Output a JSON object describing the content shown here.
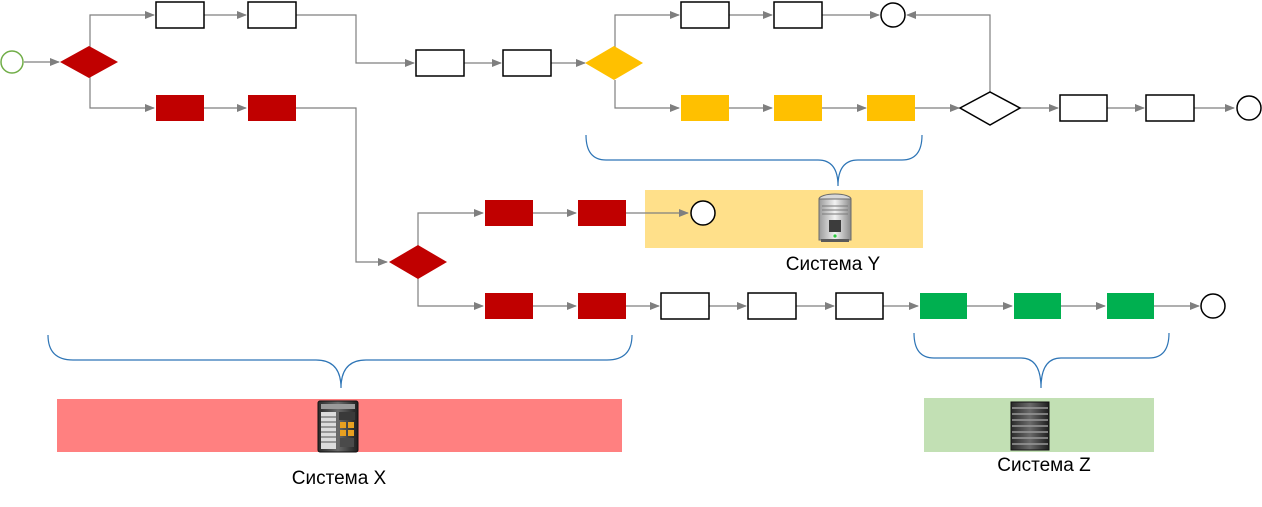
{
  "colors": {
    "red": "#C00000",
    "amber": "#FFC000",
    "green": "#00B050",
    "white": "#FFFFFF",
    "outline": "#000000",
    "flow": "#7F7F7F",
    "start_event": "#70AD47",
    "brace": "#2E75B6",
    "system_x_band": "#FF8080",
    "system_y_band": "#FFE08A",
    "system_z_band": "#C2E0B4"
  },
  "systems": {
    "x": {
      "label": "Система X",
      "icon": "server-rack-icon"
    },
    "y": {
      "label": "Система Y",
      "icon": "server-tower-icon"
    },
    "z": {
      "label": "Система Z",
      "icon": "server-stack-icon"
    }
  }
}
